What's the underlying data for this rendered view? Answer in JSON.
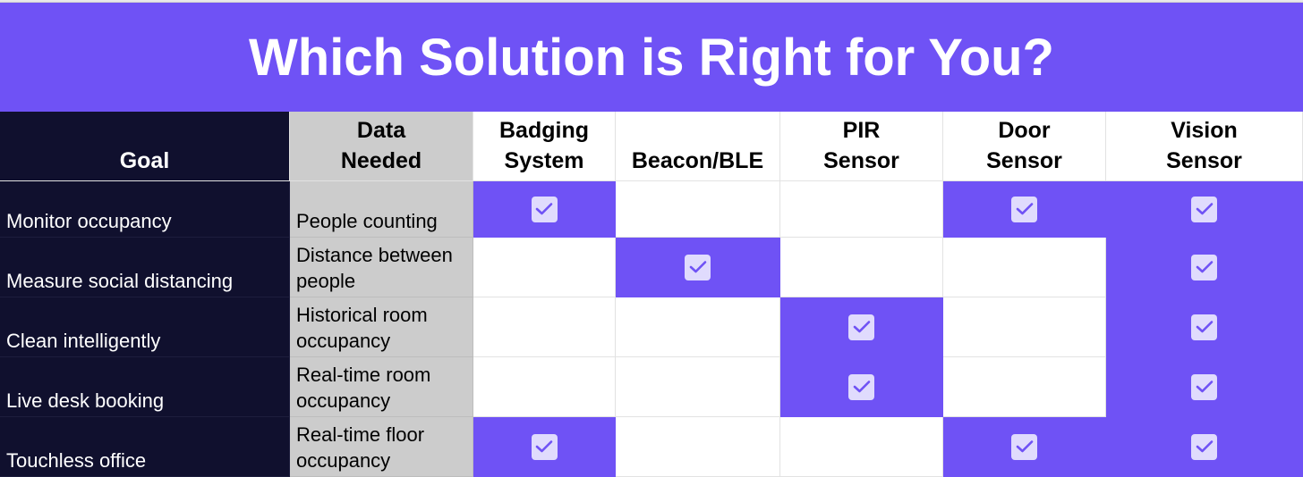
{
  "title": "Which Solution is Right for You?",
  "headers": {
    "goal": "Goal",
    "data": "Data Needed",
    "solutions": [
      "Badging System",
      "Beacon/BLE",
      "PIR Sensor",
      "Door Sensor",
      "Vision Sensor"
    ]
  },
  "rows": [
    {
      "goal": "Monitor occupancy",
      "data": "People counting",
      "checks": [
        true,
        false,
        false,
        true,
        true
      ]
    },
    {
      "goal": "Measure social distancing",
      "data": "Distance between people",
      "checks": [
        false,
        true,
        false,
        false,
        true
      ]
    },
    {
      "goal": "Clean intelligently",
      "data": "Historical room occupancy",
      "checks": [
        false,
        false,
        true,
        false,
        true
      ]
    },
    {
      "goal": "Live desk booking",
      "data": "Real-time room occupancy",
      "checks": [
        false,
        false,
        true,
        false,
        true
      ]
    },
    {
      "goal": "Touchless office",
      "data": "Real-time floor occupancy",
      "checks": [
        true,
        false,
        false,
        true,
        true
      ]
    }
  ],
  "colors": {
    "accent": "#6f52f5",
    "goal_bg": "#10102e",
    "data_bg": "#cccccc",
    "checkbox": "#e0dbfd"
  }
}
